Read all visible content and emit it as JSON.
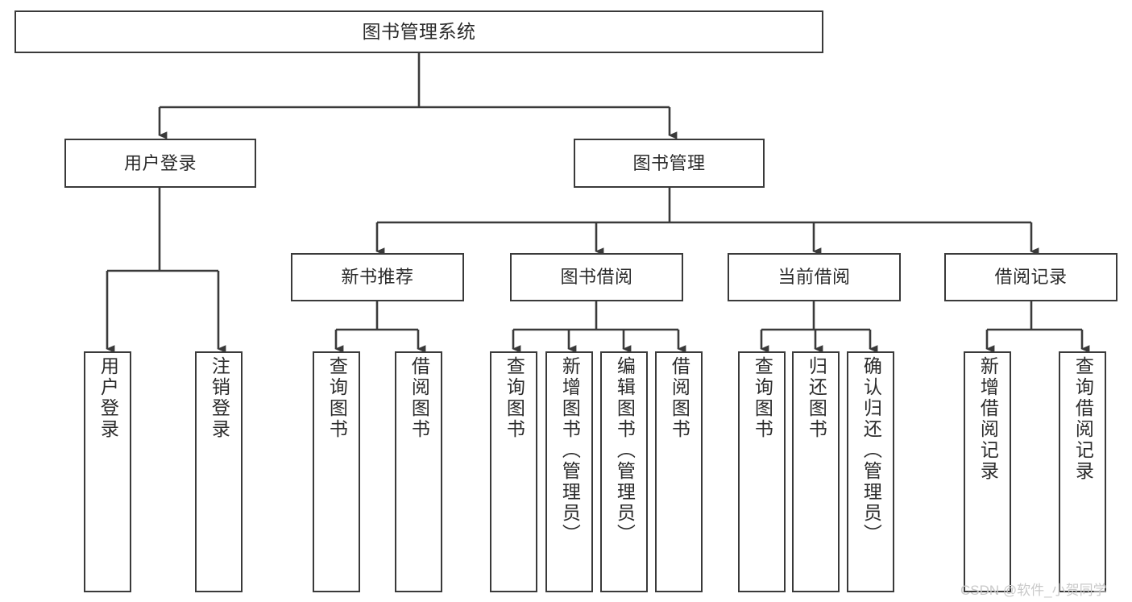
{
  "diagram": {
    "title": "图书管理系统",
    "type": "tree-hierarchy-functional-decomposition",
    "root": {
      "label": "图书管理系统"
    },
    "level2": [
      {
        "label": "用户登录"
      },
      {
        "label": "图书管理"
      }
    ],
    "level3": [
      {
        "label": "新书推荐"
      },
      {
        "label": "图书借阅"
      },
      {
        "label": "当前借阅"
      },
      {
        "label": "借阅记录"
      }
    ],
    "leaves": {
      "user_login": [
        {
          "label": "用户登录"
        },
        {
          "label": "注销登录"
        }
      ],
      "new_book_recommend": [
        {
          "label": "查询图书"
        },
        {
          "label": "借阅图书"
        }
      ],
      "book_borrow": [
        {
          "label": "查询图书"
        },
        {
          "label": "新增图书（管理员）"
        },
        {
          "label": "编辑图书（管理员）"
        },
        {
          "label": "借阅图书"
        }
      ],
      "current_borrow": [
        {
          "label": "查询图书"
        },
        {
          "label": "归还图书"
        },
        {
          "label": "确认归还（管理员）"
        }
      ],
      "borrow_record": [
        {
          "label": "新增借阅记录"
        },
        {
          "label": "查询借阅记录"
        }
      ]
    }
  },
  "watermark": {
    "text": "CSDN @软件_小贺同学"
  },
  "colors": {
    "border": "#3a3a3a",
    "text": "#2b2b2b",
    "background": "#ffffff",
    "watermark": "#c9c9c9"
  }
}
